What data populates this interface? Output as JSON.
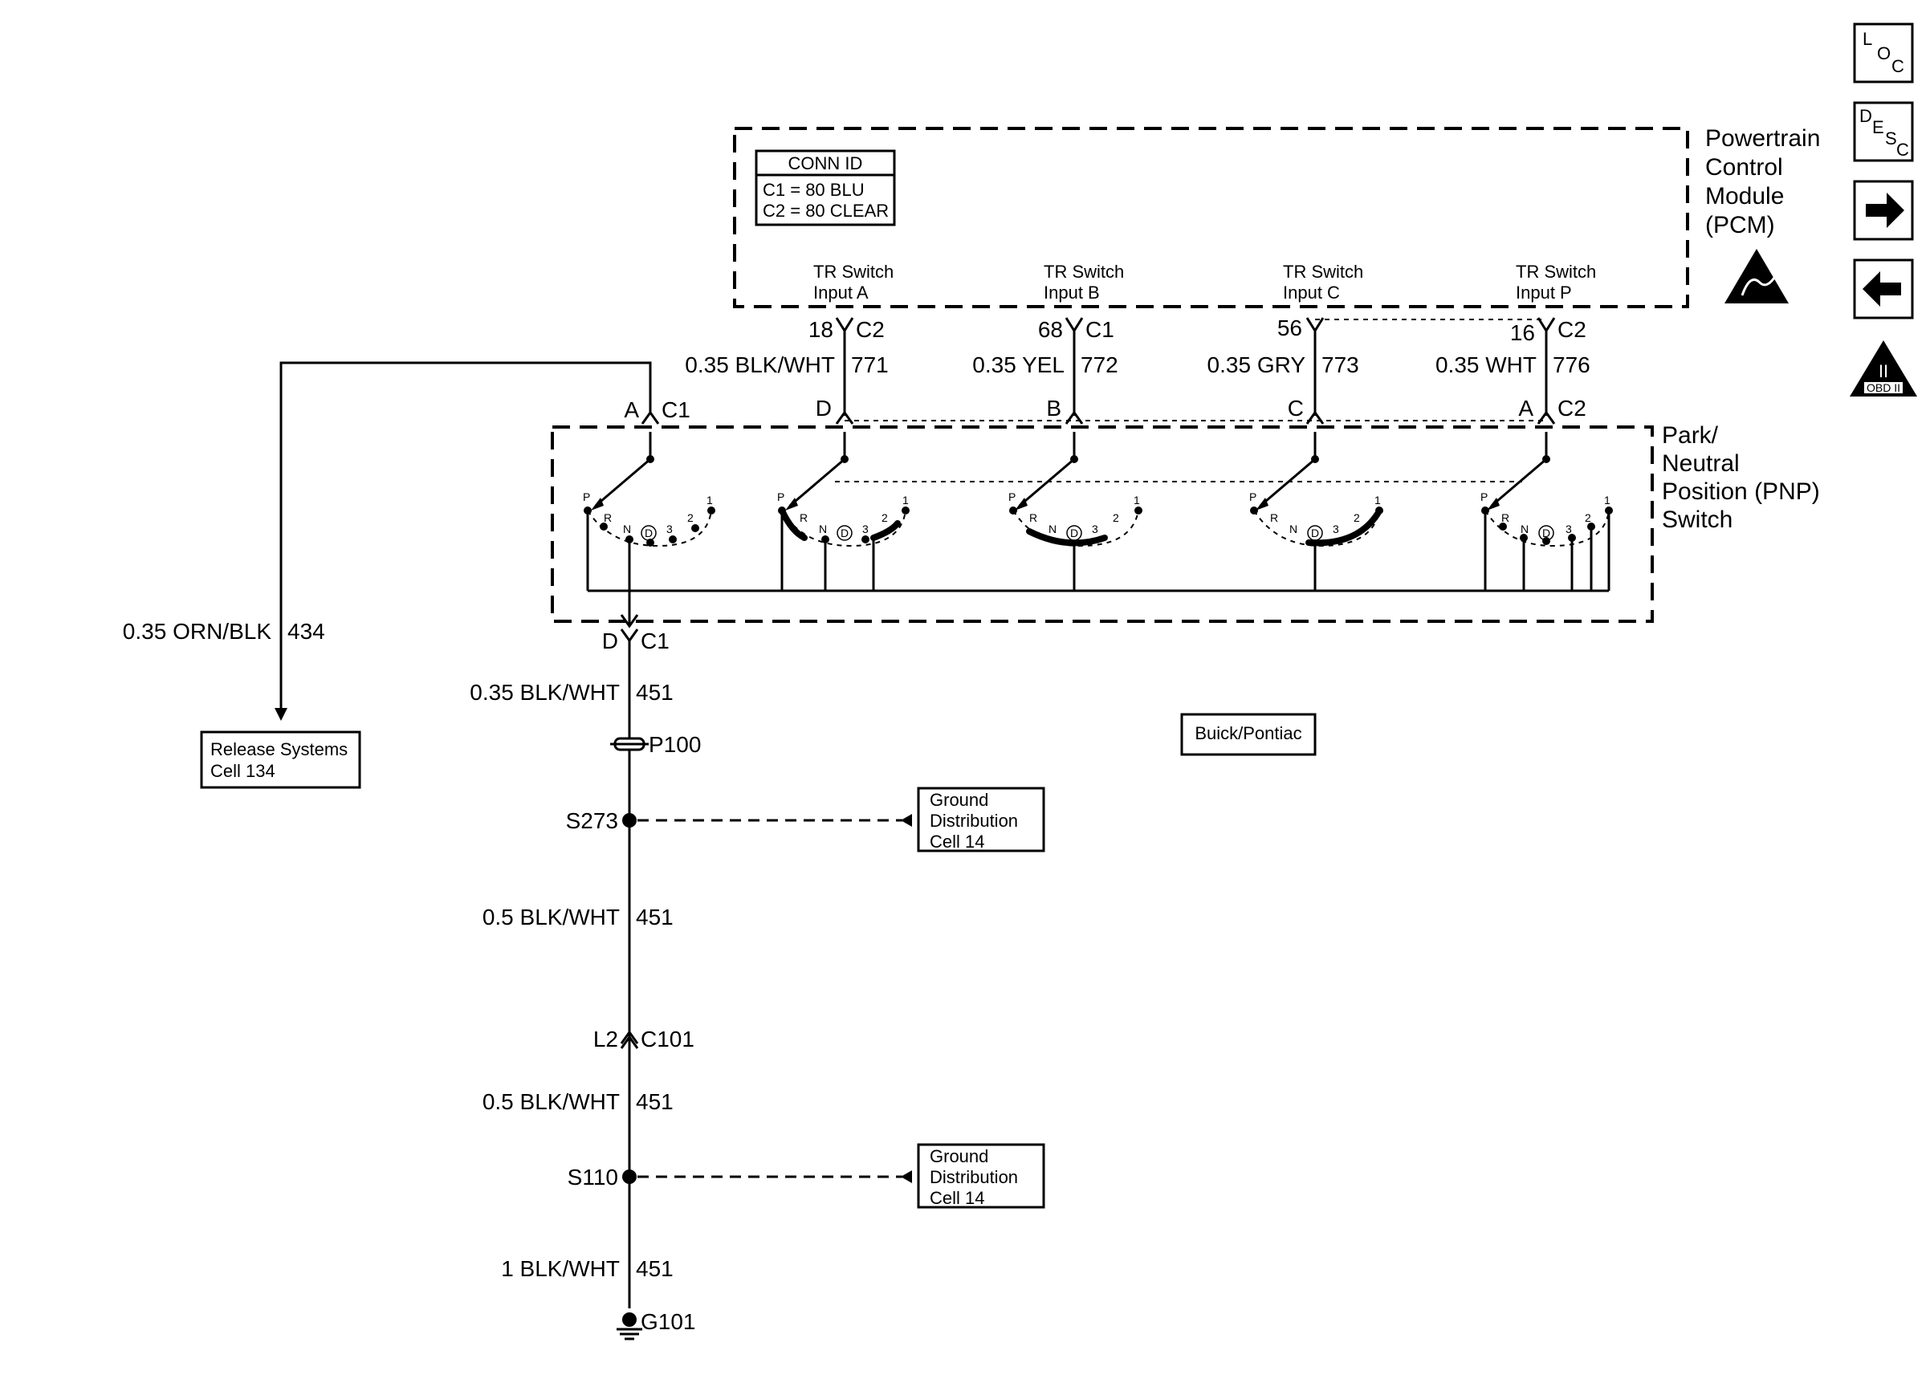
{
  "pcm": {
    "label": [
      "Powertrain",
      "Control",
      "Module",
      "(PCM)"
    ],
    "conn_id": {
      "title": "CONN ID",
      "c1": "C1 = 80 BLU",
      "c2": "C2 = 80 CLEAR"
    },
    "inputs": [
      {
        "l1": "TR Switch",
        "l2": "Input A",
        "pin": "18",
        "conn": "C2",
        "wire": "0.35 BLK/WHT",
        "circuit": "771",
        "pnp_pin": "D"
      },
      {
        "l1": "TR Switch",
        "l2": "Input B",
        "pin": "68",
        "conn": "C1",
        "wire": "0.35 YEL",
        "circuit": "772",
        "pnp_pin": "B"
      },
      {
        "l1": "TR Switch",
        "l2": "Input C",
        "pin": "56",
        "conn": "",
        "wire": "0.35 GRY",
        "circuit": "773",
        "pnp_pin": "C"
      },
      {
        "l1": "TR Switch",
        "l2": "Input P",
        "pin": "16",
        "conn": "C2",
        "wire": "0.35 WHT",
        "circuit": "776",
        "pnp_pin": "A"
      }
    ]
  },
  "pnp": {
    "label": [
      "Park/",
      "Neutral",
      "Position (PNP)",
      "Switch"
    ],
    "feed_pin": "A",
    "feed_conn": "C1",
    "gear_labels": {
      "p": "P",
      "r": "R",
      "n": "N",
      "d": "D",
      "three": "3",
      "two": "2",
      "one": "1"
    },
    "conn2": "C2",
    "ground_pin": "D",
    "ground_conn": "C1"
  },
  "release": {
    "wire": "0.35 ORN/BLK",
    "circuit": "434",
    "box_l1": "Release Systems",
    "box_l2": "Cell 134"
  },
  "ground_path": {
    "w1": "0.35 BLK/WHT",
    "c1": "451",
    "p100": "P100",
    "s273": "S273",
    "gd1": [
      "Ground",
      "Distribution",
      "Cell 14"
    ],
    "w2": "0.5 BLK/WHT",
    "c2": "451",
    "l2": "L2",
    "c101": "C101",
    "w3": "0.5 BLK/WHT",
    "c3": "451",
    "s110": "S110",
    "gd2": [
      "Ground",
      "Distribution",
      "Cell 14"
    ],
    "w4": "1 BLK/WHT",
    "c4": "451",
    "g101": "G101"
  },
  "note": "Buick/Pontiac",
  "sidebar": {
    "loc": [
      "L",
      "O",
      "C"
    ],
    "desc": [
      "D",
      "E",
      "S",
      "C"
    ],
    "obd": "OBD II",
    "obd_num": "II"
  }
}
